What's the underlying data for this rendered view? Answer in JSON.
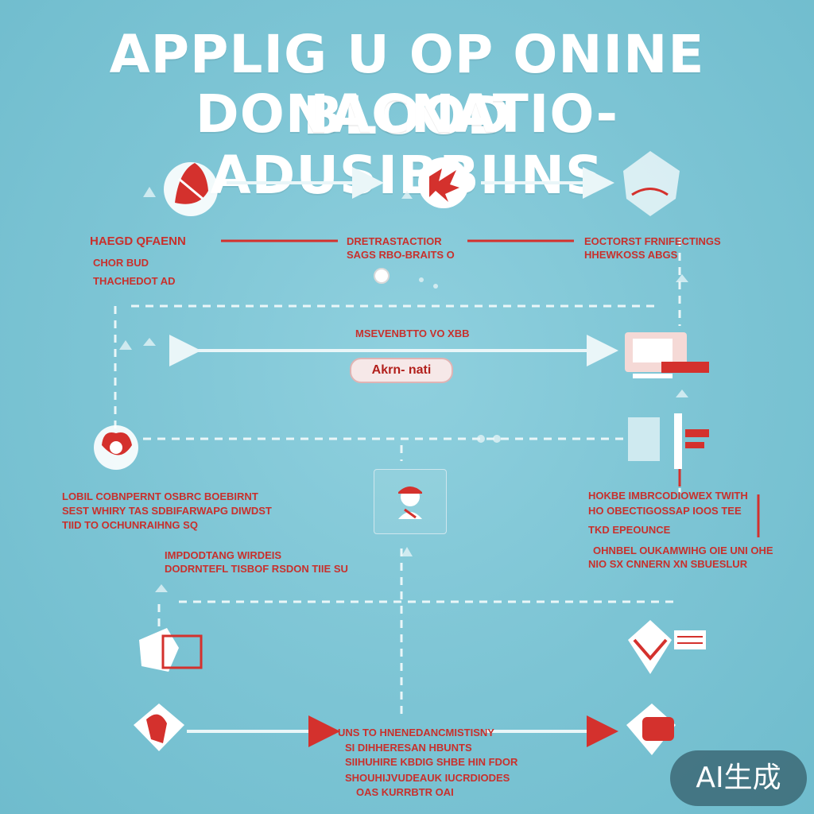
{
  "title": {
    "line1": "APPLIG U OP ONINE BLOOD",
    "line2": "DONACNATIO- ADUSIBBIINS"
  },
  "steps": {
    "s1": {
      "line1": "HAEGD QFAENN",
      "line2": "CHOR BUD",
      "line3": "THACHEDOT AD"
    },
    "s2": {
      "line1": "DRETRASTACTIOR",
      "line2": "SAGS RBO-BRAITS O"
    },
    "s3": {
      "line1": "EOCTORST FRNIFECTINGS",
      "line2": "HHEWKOSS ABGS"
    },
    "center_arrow_label": "MSEVENBTTO VO XBB",
    "center_pill": "Akrn- nati",
    "s4": {
      "line1": "LOBIL COBNPERNT OSBRC BOEBIRNT",
      "line2": "SEST WHIRY TAS SDBIFARWAPG DIWDST",
      "line3": "TIID TO OCHUNRAIHNG SQ"
    },
    "s5": {
      "line1": "HOKBE IMBRCODIOWEX TWITH",
      "line2": "HO OBECTIGOSSAP IOOS TEE",
      "line3": "TKD EPEOUNCE",
      "line4": "OHNBEL OUKAMWIHG OIE UNI OHE",
      "line5": "NIO SX CNNERN XN SBUESLUR"
    },
    "s6": {
      "line1": "IMPDODTANG WIRDEIS",
      "line2": "DODRNTEFL TISBOF RSDON TIIE SU"
    },
    "s7": {
      "line1": "UNS TO HNENEDANCMISTISNY",
      "line2": "SI DIHHERESAN HBUNTS",
      "line3": "SIIHUHIRE KBDIG SHBE HIN FDOR",
      "line4": "SHOUHIJVUDEAUK IUCRDIODES",
      "line5": "OAS KURRBTR OAI"
    }
  },
  "watermark": "AI生成",
  "colors": {
    "background": "#7cc4d4",
    "accent": "#d4312d",
    "light": "#eaf6f8"
  },
  "icons": [
    "blood-drop-hand-icon",
    "blood-splash-icon",
    "shield-icon",
    "bed-icon",
    "donor-avatar-icon",
    "medical-stand-icon",
    "heart-hand-icon",
    "form-icon",
    "document-icon",
    "checklist-icon"
  ]
}
